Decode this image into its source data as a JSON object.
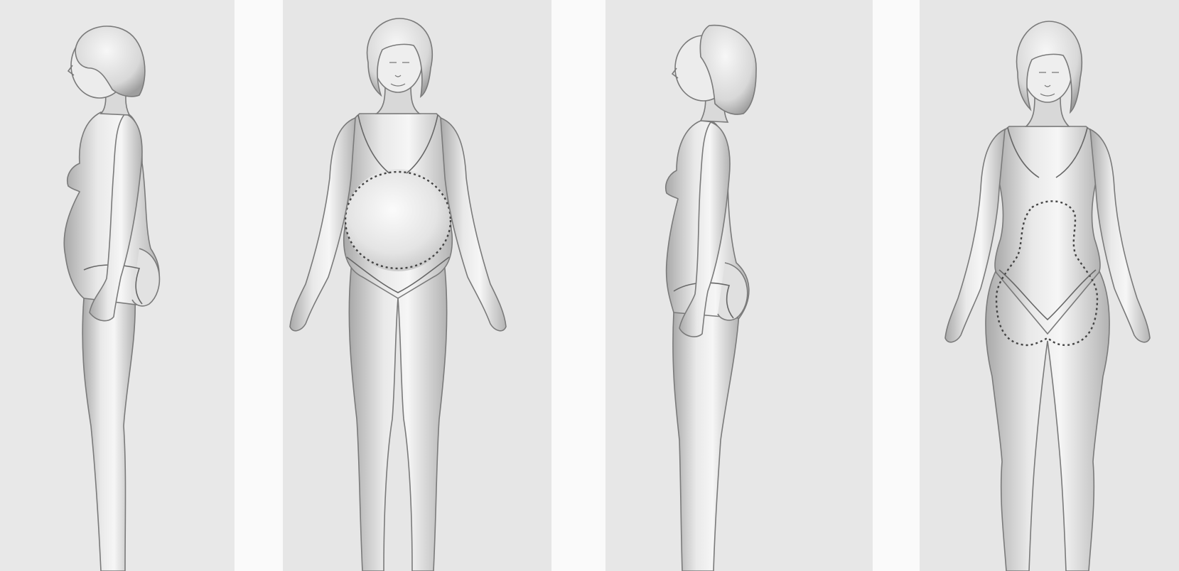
{
  "scene": {
    "description_hidden": "",
    "colors": {
      "panel_bg": "#e7e7e7",
      "gap_bg": "#fafafa",
      "skin_light": "#f4f4f4",
      "skin_mid": "#d6d6d6",
      "skin_dark": "#9c9c9c",
      "outline": "#6f6f6f",
      "hair": "#dcdcdc",
      "dotted": "#555555"
    },
    "figures": [
      {
        "view": "side",
        "body_shape": "apple"
      },
      {
        "view": "front",
        "body_shape": "apple",
        "highlight_region": "abdomen"
      },
      {
        "view": "side",
        "body_shape": "pear"
      },
      {
        "view": "front",
        "body_shape": "pear",
        "highlight_region": "hips-thighs"
      }
    ]
  }
}
